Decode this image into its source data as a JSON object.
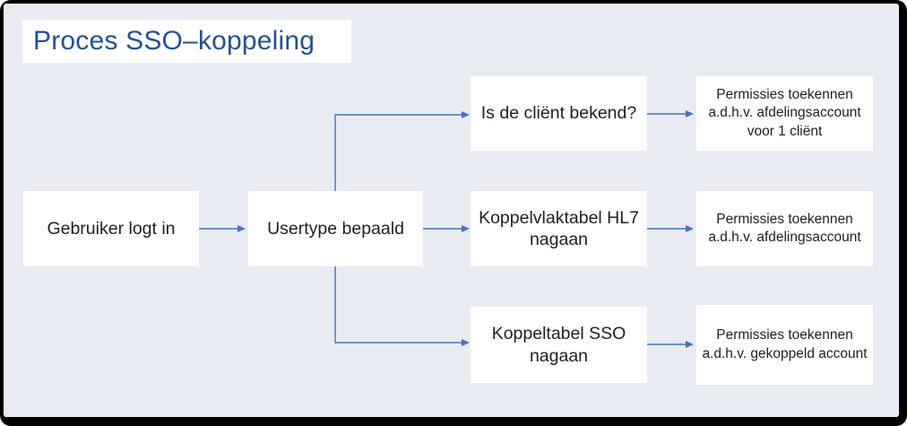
{
  "frame": {
    "border_color": "#000000",
    "background_color": "#e8ecf2",
    "box_color": "#ffffff",
    "arrow_color": "#4472c4",
    "title_color": "#24518f",
    "text_color": "#1f1f1f"
  },
  "diagram": {
    "title": "Proces SSO–koppeling",
    "type": "flowchart",
    "nodes": [
      {
        "id": "gebruiker-logt-in",
        "label": "Gebruiker logt in"
      },
      {
        "id": "usertype-bepaald",
        "label": "Usertype bepaald"
      },
      {
        "id": "is-de-client-bekend",
        "label": "Is de cliënt bekend?"
      },
      {
        "id": "permissies-afdelingsaccount-1-client",
        "label": "Permissies toekennen a.d.h.v. afdelingsaccount voor 1 cliënt"
      },
      {
        "id": "koppelvlaktabel-hl7-nagaan",
        "label": "Koppelvlaktabel HL7 nagaan"
      },
      {
        "id": "permissies-afdelingsaccount",
        "label": "Permissies toekennen a.d.h.v. afdelingsaccount"
      },
      {
        "id": "koppeltabel-sso-nagaan",
        "label": "Koppeltabel SSO nagaan"
      },
      {
        "id": "permissies-gekoppeld-account",
        "label": "Permissies toekennen a.d.h.v. gekoppeld account"
      }
    ],
    "edges": [
      {
        "from": "gebruiker-logt-in",
        "to": "usertype-bepaald"
      },
      {
        "from": "usertype-bepaald",
        "to": "is-de-client-bekend"
      },
      {
        "from": "usertype-bepaald",
        "to": "koppelvlaktabel-hl7-nagaan"
      },
      {
        "from": "usertype-bepaald",
        "to": "koppeltabel-sso-nagaan"
      },
      {
        "from": "is-de-client-bekend",
        "to": "permissies-afdelingsaccount-1-client"
      },
      {
        "from": "koppelvlaktabel-hl7-nagaan",
        "to": "permissies-afdelingsaccount"
      },
      {
        "from": "koppeltabel-sso-nagaan",
        "to": "permissies-gekoppeld-account"
      }
    ]
  }
}
